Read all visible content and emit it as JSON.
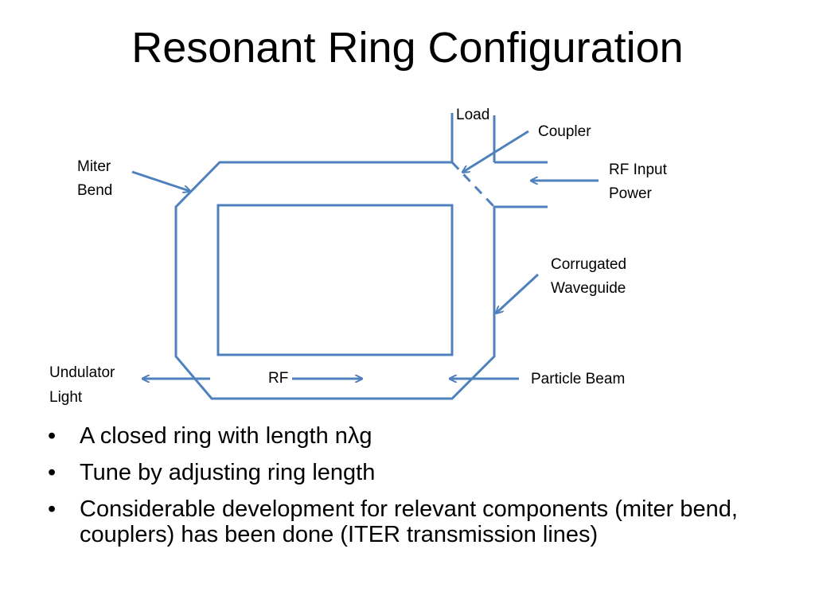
{
  "slide": {
    "title": "Resonant Ring Configuration"
  },
  "diagram": {
    "labels": {
      "load": "Load",
      "coupler": "Coupler",
      "miter_bend_line1": "Miter",
      "miter_bend_line2": "Bend",
      "rf_input_line1": "RF Input",
      "rf_input_line2": "Power",
      "corrugated_line1": "Corrugated",
      "corrugated_line2": "Waveguide",
      "undulator_line1": "Undulator",
      "undulator_line2": "Light",
      "rf": "RF",
      "particle_beam": "Particle Beam"
    },
    "colors": {
      "line": "#4f81bd"
    }
  },
  "bullets": [
    "A closed ring with length nλg",
    "Tune by adjusting ring length",
    "Considerable development for relevant components (miter bend, couplers) has been done (ITER transmission lines)"
  ],
  "bullet_symbol": "•"
}
